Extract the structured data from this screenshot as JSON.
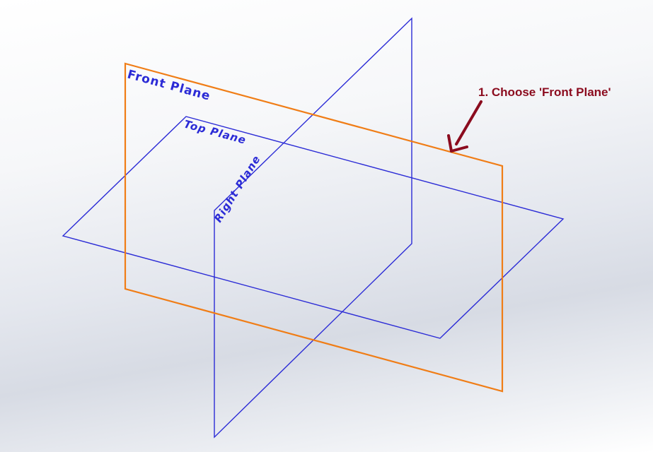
{
  "viewport": {
    "planes": {
      "front": {
        "label": "Front Plane",
        "color": "#f07d16",
        "selected": true
      },
      "top": {
        "label": "Top Plane",
        "color": "#2b2bd6",
        "selected": false
      },
      "right": {
        "label": "Right Plane",
        "color": "#2b2bd6",
        "selected": false
      }
    },
    "callout": {
      "text": "1. Choose 'Front Plane'",
      "color": "#8b0b1e",
      "arrow": "arrow-icon"
    }
  }
}
